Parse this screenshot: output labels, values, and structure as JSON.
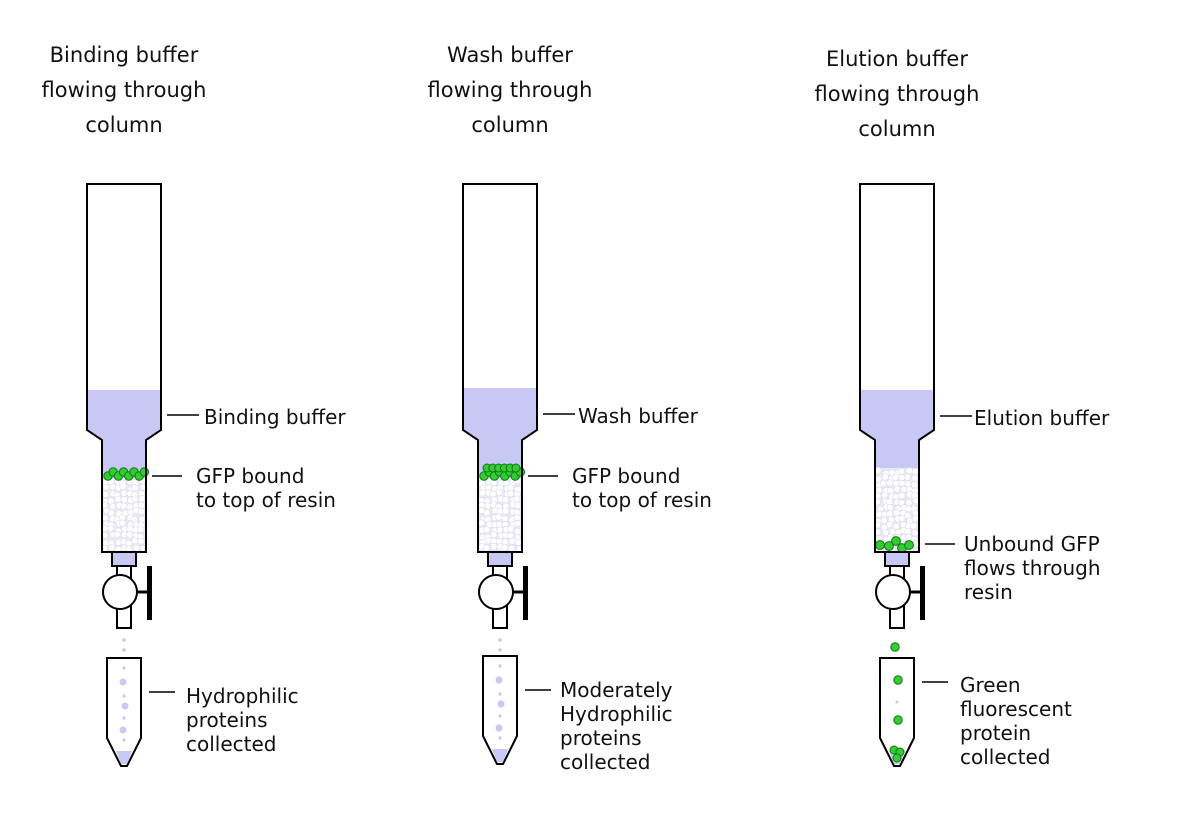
{
  "colors": {
    "buffer": "#c8c8f4",
    "gfp": "#33cc33",
    "gfp_stroke": "#117711",
    "resin_bead": "#ffffff",
    "outline": "#000000",
    "drop": "#c8c8f4"
  },
  "columns": [
    {
      "title": [
        "Binding buffer",
        "flowing through",
        "column"
      ],
      "buffer_label": "Binding buffer",
      "resin_label": [
        "GFP bound",
        "to top of resin"
      ],
      "tube_label": [
        "Hydrophilic",
        "proteins",
        "collected"
      ],
      "gfp_position": "top-of-resin",
      "buffer_level": "full"
    },
    {
      "title": [
        "Wash buffer",
        "flowing through",
        "column"
      ],
      "buffer_label": "Wash buffer",
      "resin_label": [
        "GFP bound",
        "to top of resin"
      ],
      "tube_label": [
        "Moderately",
        "Hydrophilic",
        "proteins",
        "collected"
      ],
      "gfp_position": "top-of-resin",
      "buffer_level": "full"
    },
    {
      "title": [
        "Elution buffer",
        "flowing through",
        "column"
      ],
      "buffer_label": "Elution buffer",
      "resin_label": [
        "Unbound GFP",
        "flows through",
        "resin"
      ],
      "tube_label": [
        "Green",
        "fluorescent",
        "protein",
        "collected"
      ],
      "gfp_position": "bottom-of-resin",
      "buffer_level": "reduced"
    }
  ]
}
